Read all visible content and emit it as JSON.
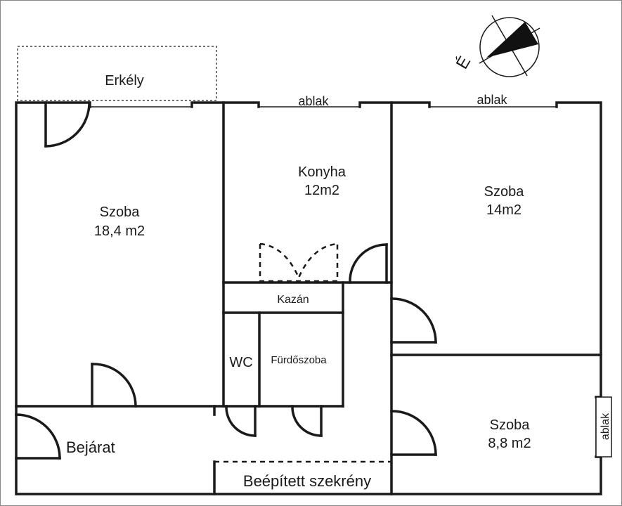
{
  "rooms": {
    "balcony": "Erkély",
    "room1_name": "Szoba",
    "room1_area": "18,4 m2",
    "kitchen_name": "Konyha",
    "kitchen_area": "12m2",
    "room2_name": "Szoba",
    "room2_area": "14m2",
    "boiler": "Kazán",
    "wc": "WC",
    "bathroom": "Fürdőszoba",
    "entrance": "Bejárat",
    "closet": "Beépített szekrény",
    "room3_name": "Szoba",
    "room3_area": "8,8 m2"
  },
  "windows": {
    "kitchen": "ablak",
    "room2": "ablak",
    "room3": "ablak"
  },
  "compass": {
    "label": "É"
  }
}
